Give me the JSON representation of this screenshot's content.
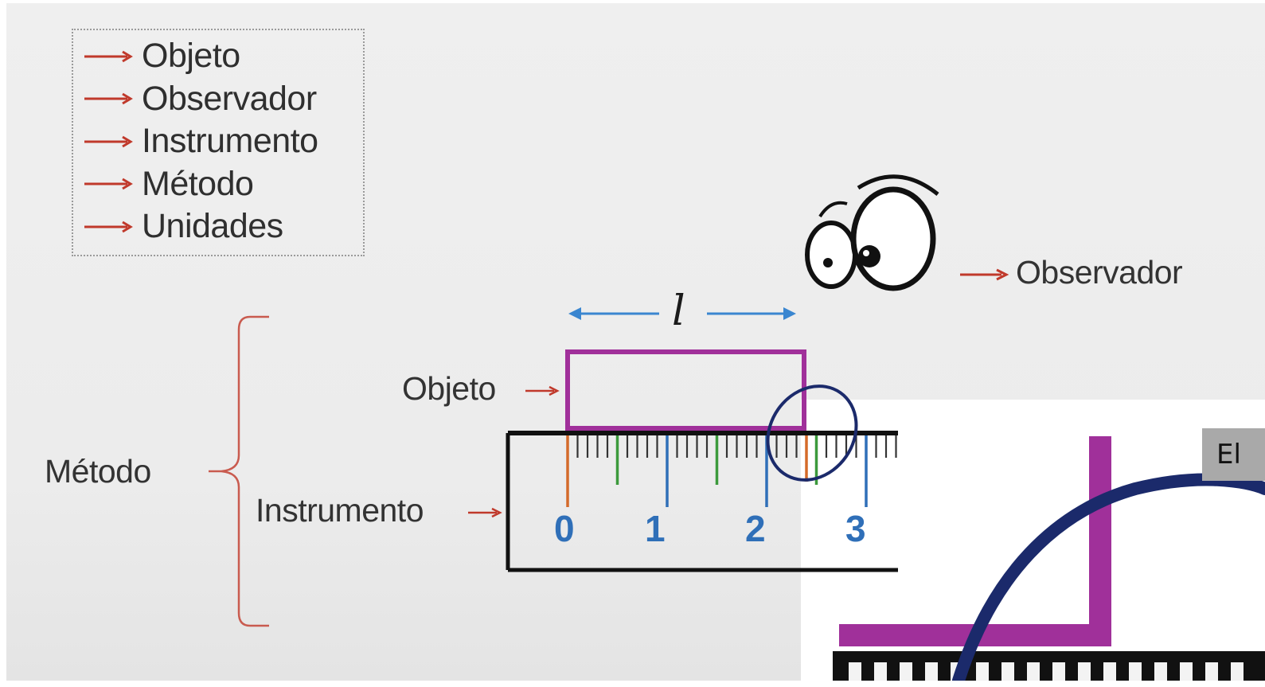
{
  "legend": {
    "items": [
      "Objeto",
      "Observador",
      "Instrumento",
      "Método",
      "Unidades"
    ]
  },
  "labels": {
    "metodo": "Método",
    "objeto": "Objeto",
    "instrumento": "Instrumento",
    "observador": "Observador",
    "length_symbol": "l"
  },
  "ruler": {
    "numbers": [
      "0",
      "1",
      "2",
      "3"
    ]
  },
  "caption_chip": "El",
  "colors": {
    "arrow": "#c0392b",
    "object": "#a0309a",
    "measure_arrow": "#3a86d0",
    "tick_blue": "#2f6fb8",
    "tick_green": "#3c9a3c",
    "tick_orange": "#d46a2a",
    "ellipse": "#1b2a6b"
  }
}
